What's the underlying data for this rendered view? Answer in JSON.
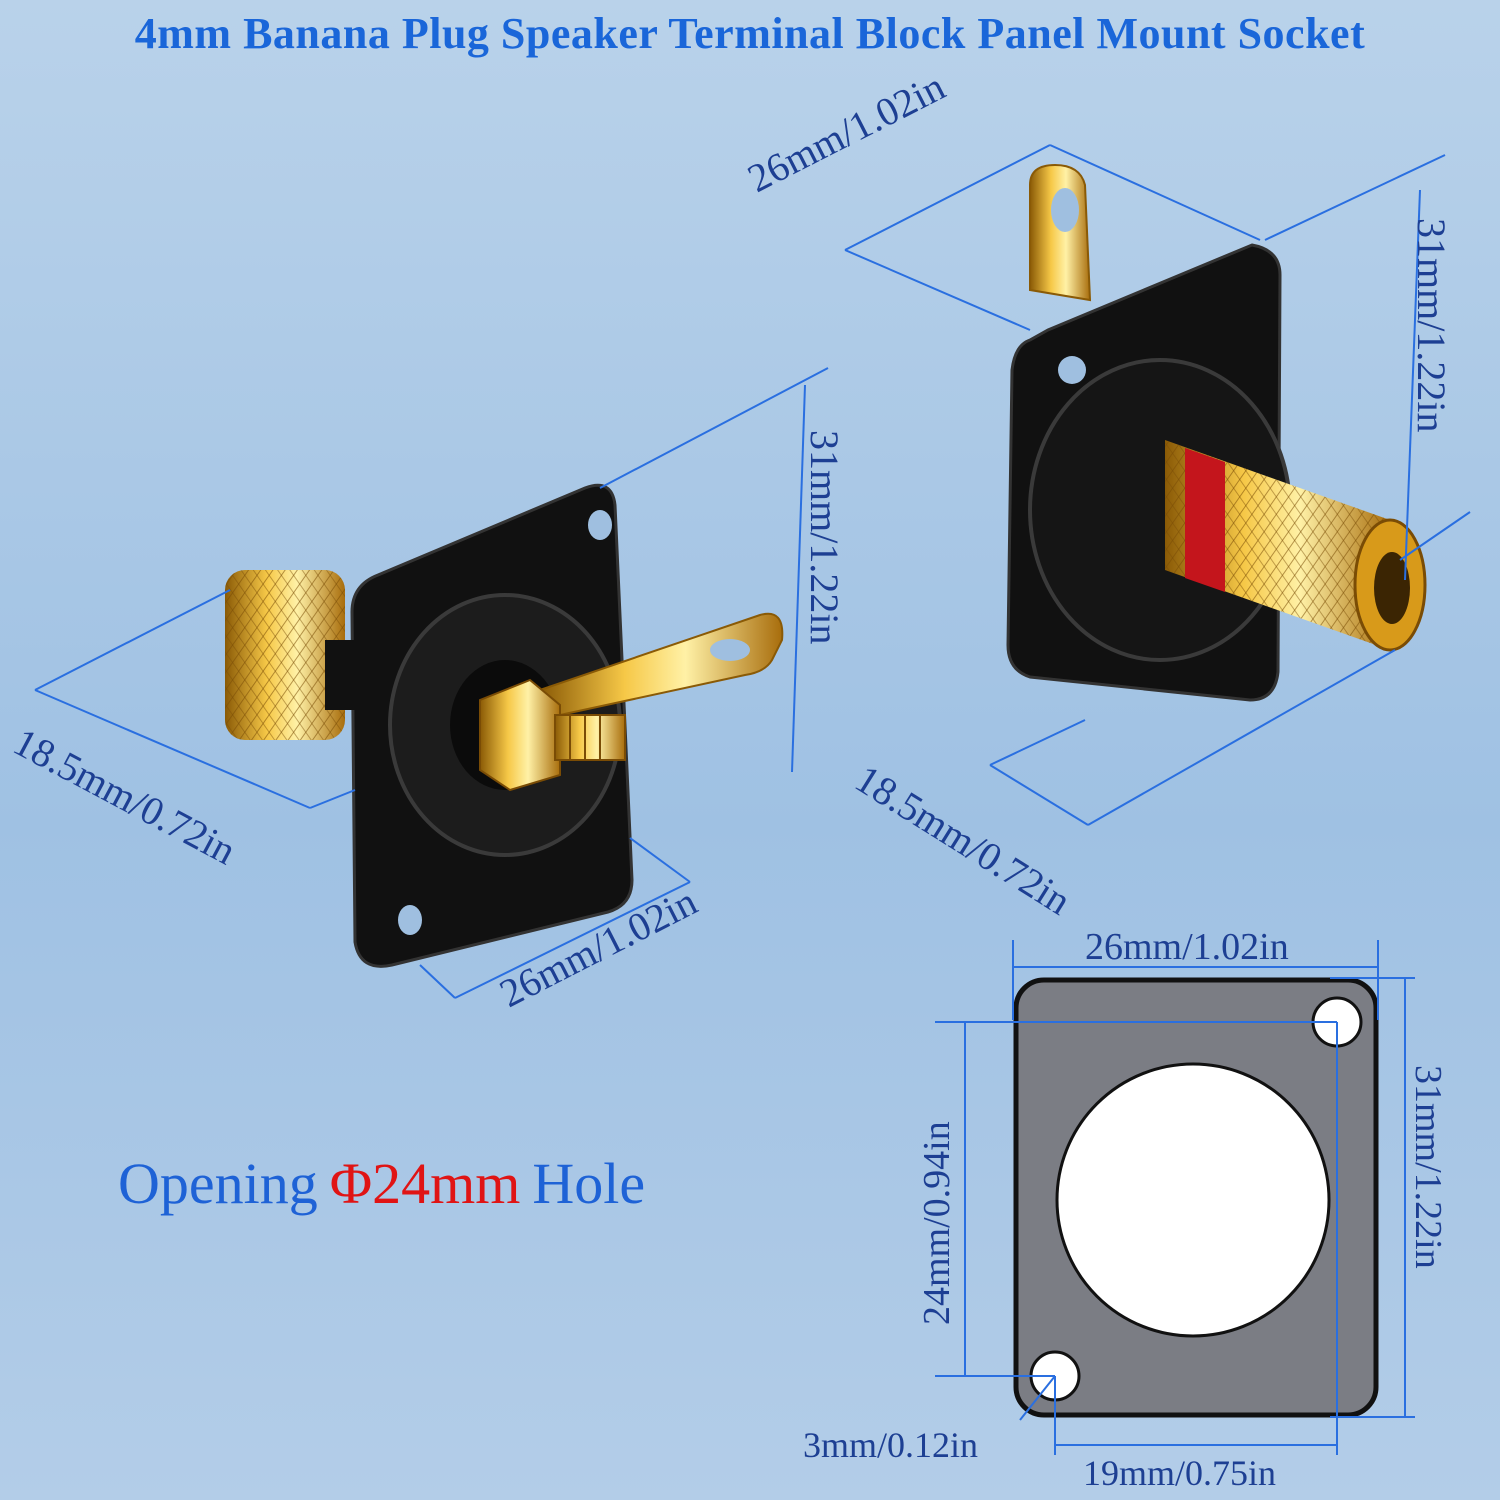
{
  "title": "4mm Banana Plug Speaker Terminal Block Panel Mount Socket",
  "opening": {
    "prefix": "Opening",
    "highlight": "Φ24mm",
    "suffix": "Hole"
  },
  "dimensions": {
    "top_right_width": "26mm/1.02in",
    "top_right_height": "31mm/1.22in",
    "top_right_depth": "18.5mm/0.72in",
    "left_height": "31mm/1.22in",
    "left_depth": "18.5mm/0.72in",
    "left_width": "26mm/1.02in",
    "diagram_width": "26mm/1.02in",
    "diagram_height": "31mm/1.22in",
    "diagram_hole_span": "24mm/0.94in",
    "diagram_screw_hole": "3mm/0.12in",
    "diagram_hole_spacing": "19mm/0.75in"
  },
  "colors": {
    "title": "#1a66d9",
    "highlight": "#e01414",
    "dimension": "#1d3f93",
    "lines": "#2a6fe0"
  }
}
